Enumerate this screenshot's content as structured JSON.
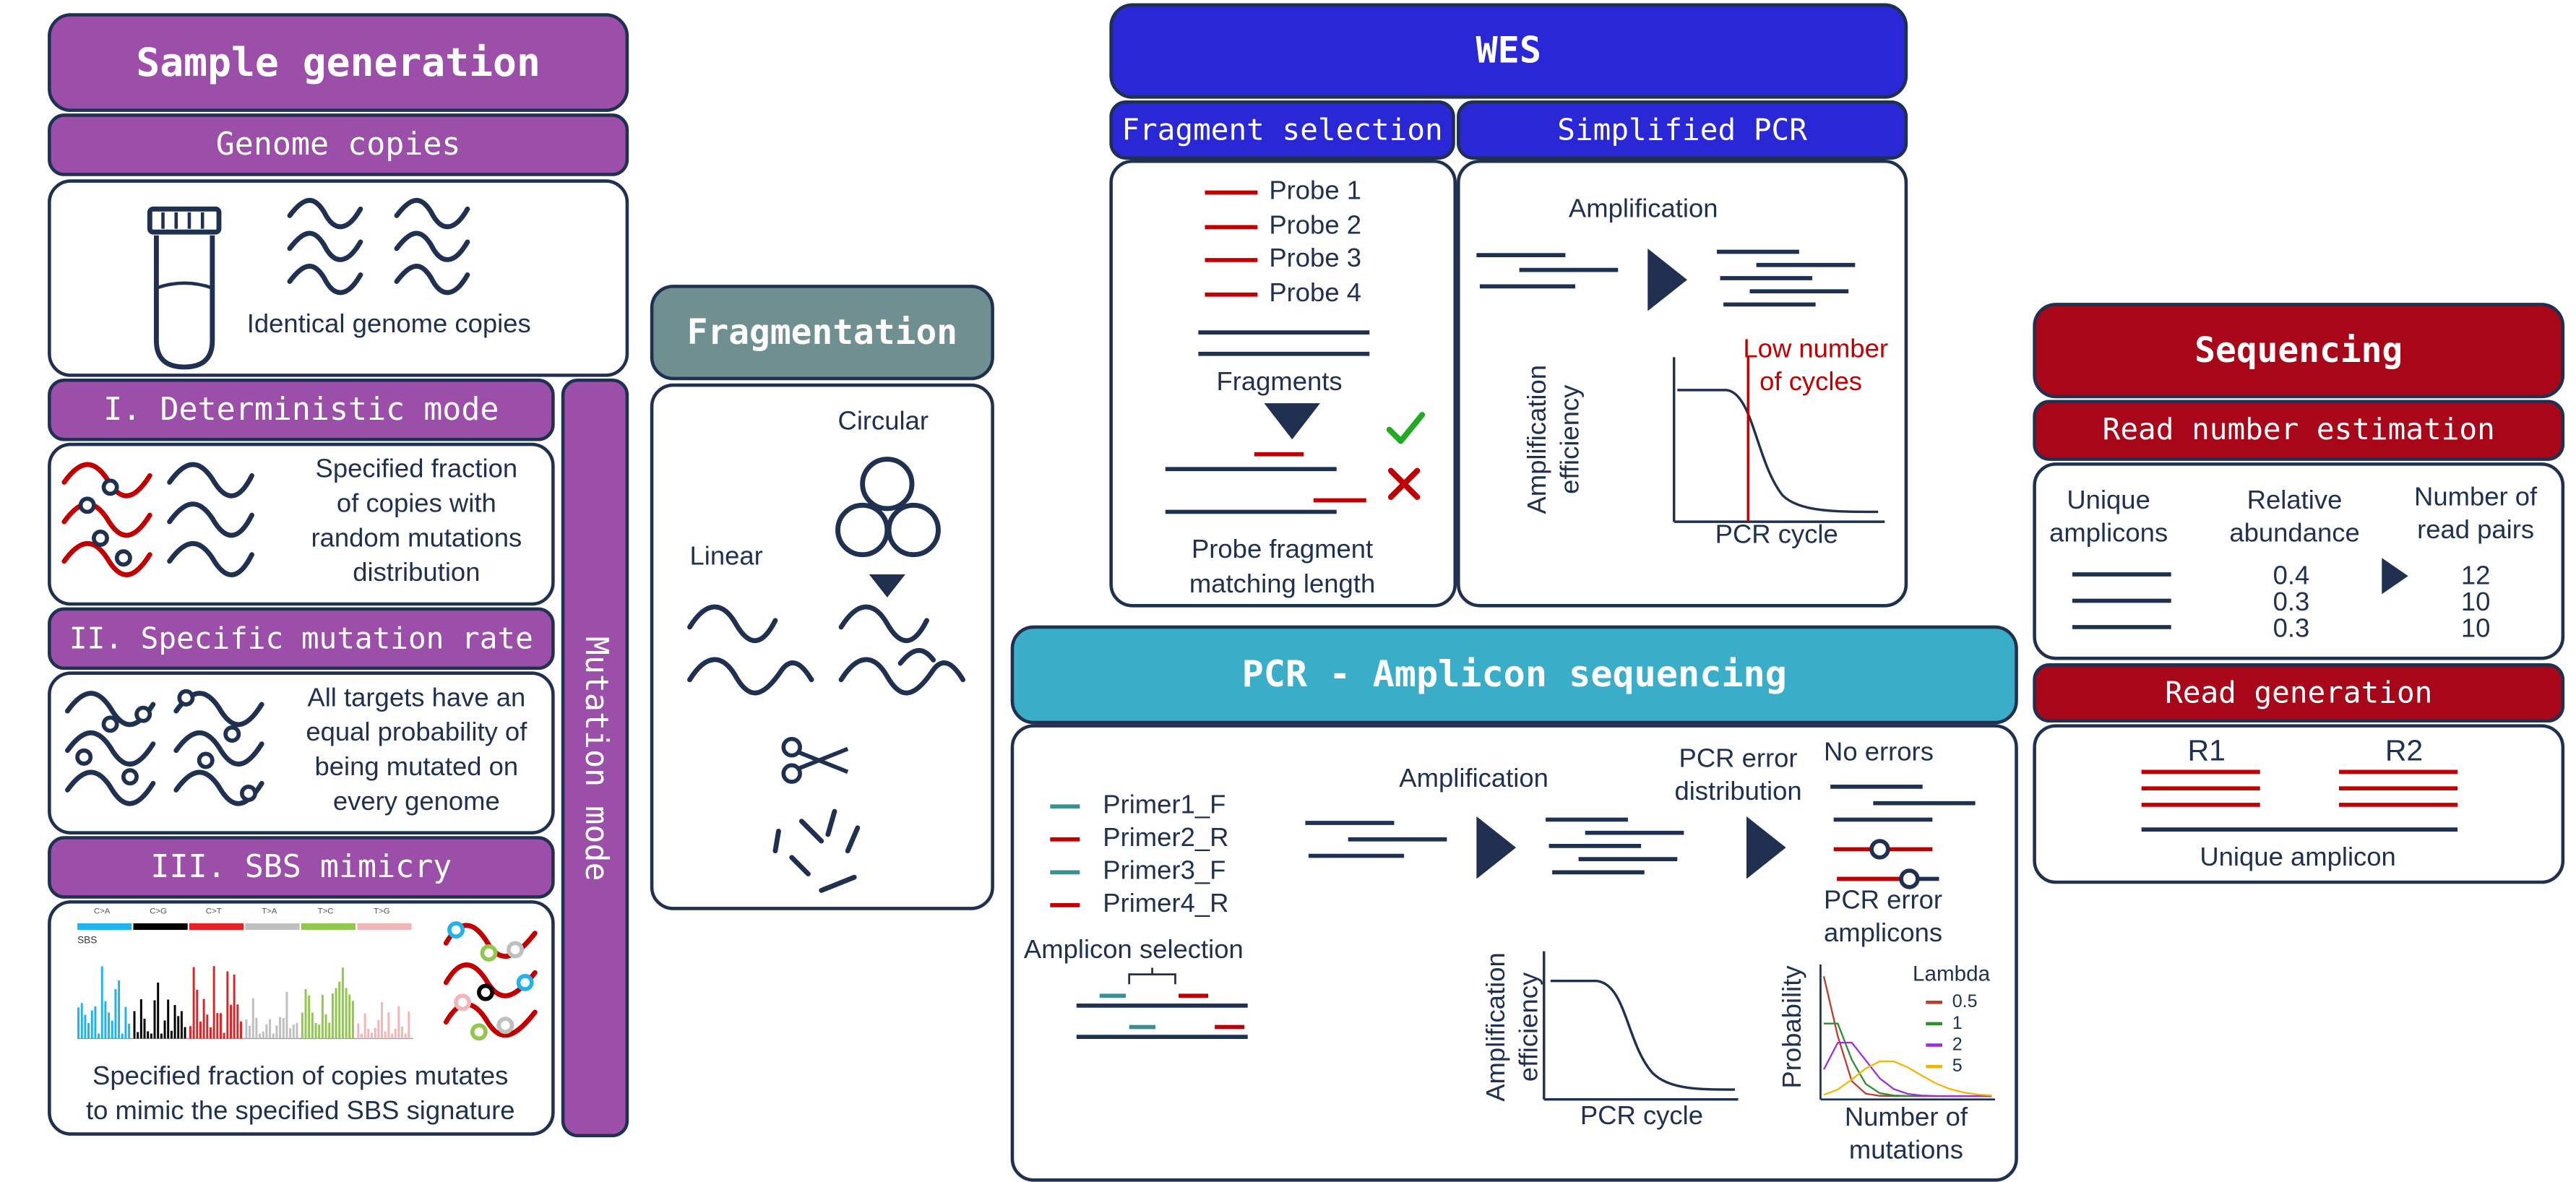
{
  "colors": {
    "sample": "#9b4fa9",
    "fragmentation": "#6f8f91",
    "wes": "#2a28d6",
    "pcr": "#3aaec9",
    "sequencing": "#a8071a",
    "ink": "#1f3050",
    "red": "#c00000",
    "green": "#22aa22"
  },
  "sample": {
    "title": "Sample generation",
    "genome_copies": "Genome copies",
    "identical": "Identical genome copies",
    "mutation_mode": "Mutation mode",
    "deterministic": {
      "title": "I. Deterministic mode",
      "desc": [
        "Specified fraction",
        "of copies with",
        "random mutations",
        "distribution"
      ]
    },
    "specific": {
      "title": "II. Specific mutation rate",
      "desc": [
        "All targets have an",
        "equal probability of",
        "being mutated on",
        "every genome"
      ]
    },
    "sbs": {
      "title": "III. SBS mimicry",
      "caption": [
        "Specified fraction of copies mutates",
        "to mimic the specified SBS signature"
      ],
      "signature_label": "SBS",
      "categories": [
        "C>A",
        "C>G",
        "C>T",
        "T>A",
        "T>C",
        "T>G"
      ],
      "category_colors": [
        "#22b3ea",
        "#000000",
        "#e42226",
        "#bfbfbf",
        "#90c74c",
        "#f0b6b8"
      ]
    }
  },
  "fragmentation": {
    "title": "Fragmentation",
    "circular": "Circular",
    "linear": "Linear"
  },
  "wes": {
    "title": "WES",
    "fragment_selection": "Fragment selection",
    "simplified_pcr": "Simplified PCR",
    "probes": [
      "Probe 1",
      "Probe 2",
      "Probe 3",
      "Probe 4"
    ],
    "fragments": "Fragments",
    "probe_matching": [
      "Probe fragment",
      "matching length"
    ],
    "amplification": "Amplification",
    "low_cycles": [
      "Low number",
      "of cycles"
    ],
    "yaxis": [
      "Amplification",
      "efficiency"
    ],
    "xaxis": "PCR cycle"
  },
  "pcr": {
    "title": "PCR - Amplicon sequencing",
    "primers": [
      "Primer1_F",
      "Primer2_R",
      "Primer3_F",
      "Primer4_R"
    ],
    "primer_colors": [
      "#3a8f95",
      "#c00000",
      "#3a8f95",
      "#c00000"
    ],
    "amplicon_selection": "Amplicon selection",
    "amplification": "Amplification",
    "error_distribution": [
      "PCR error",
      "distribution"
    ],
    "no_errors": "No errors",
    "error_amplicons": [
      "PCR error",
      "amplicons"
    ],
    "yaxis": [
      "Amplification",
      "efficiency"
    ],
    "xaxis": "PCR cycle",
    "prob_ylabel": "Probability",
    "prob_xlabel": [
      "Number of",
      "mutations"
    ],
    "lambda_title": "Lambda",
    "lambdas": [
      "0.5",
      "1",
      "2",
      "5"
    ],
    "lambda_colors": [
      "#c0392b",
      "#2e8b2e",
      "#9b30d9",
      "#f2b600"
    ]
  },
  "sequencing": {
    "title": "Sequencing",
    "read_number": "Read number estimation",
    "col_headers": [
      [
        "Unique",
        "amplicons"
      ],
      [
        "Relative",
        "abundance"
      ],
      [
        "Number of",
        "read pairs"
      ]
    ],
    "abundance": [
      "0.4",
      "0.3",
      "0.3"
    ],
    "read_pairs": [
      "12",
      "10",
      "10"
    ],
    "read_generation": "Read generation",
    "r1": "R1",
    "r2": "R2",
    "unique_amplicon": "Unique amplicon"
  }
}
